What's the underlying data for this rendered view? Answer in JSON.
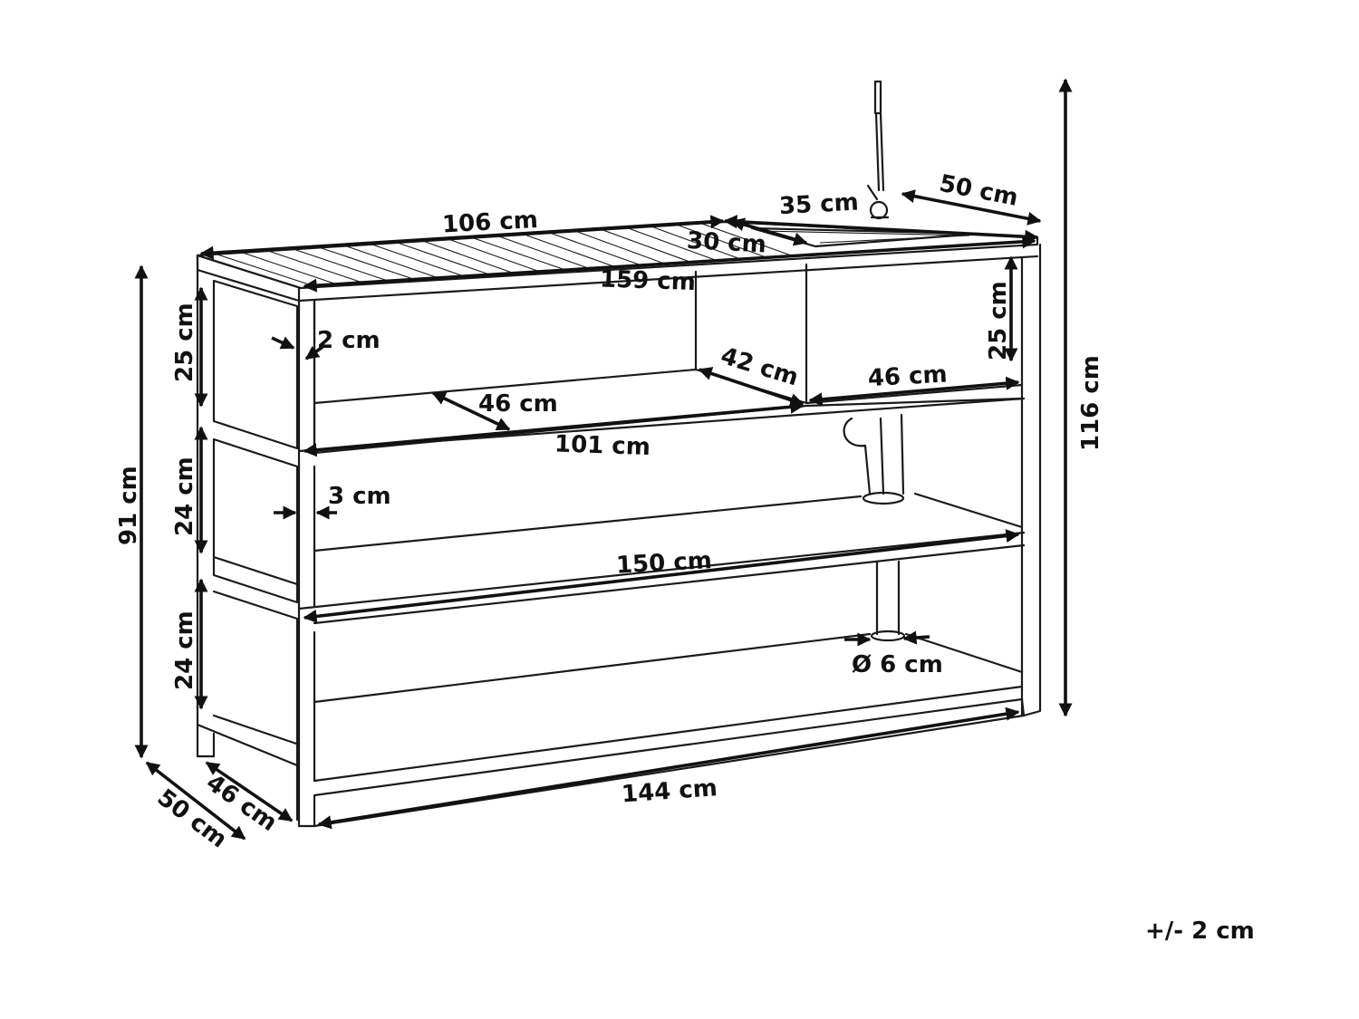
{
  "dimensions": {
    "top_length": "106 cm",
    "sink_length": "35 cm",
    "sink_depth_top": "50 cm",
    "sink_width": "30 cm",
    "overall_length": "159 cm",
    "thickness_top": "2 cm",
    "top_shelf_height": "25 cm",
    "sink_cabinet_height": "25 cm",
    "cabinet_depth": "42 cm",
    "top_shelf_depth": "46 cm",
    "sink_cabinet_depth": "46 cm",
    "top_shelf_length": "101 cm",
    "overall_height": "116 cm",
    "middle_shelf_height": "24 cm",
    "frame_thickness": "3 cm",
    "middle_shelf_length": "150 cm",
    "counter_height": "91 cm",
    "bottom_shelf_height": "24 cm",
    "drain_diameter": "Ø 6 cm",
    "bottom_depth_inner": "46 cm",
    "bottom_depth_outer": "50 cm",
    "bottom_length": "144 cm"
  },
  "tolerance_note": "+/- 2 cm"
}
